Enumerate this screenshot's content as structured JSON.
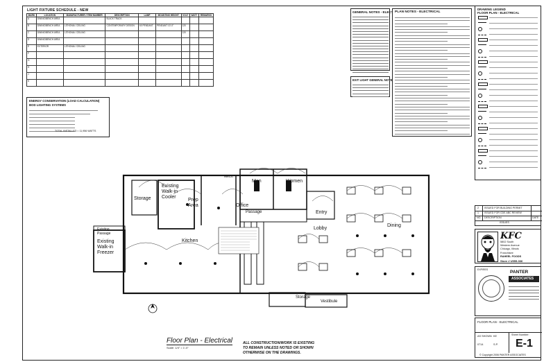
{
  "schedule": {
    "title": "LIGHT FIXTURE SCHEDULE - NEW",
    "columns": [
      "MARK",
      "LOCATION",
      "MANUFACTURER / ITEM NUMBER",
      "DESCRIPTION",
      "LAMP",
      "MOUNTING HEIGHT",
      "VOLT",
      "WATT",
      "REMARKS"
    ],
    "rows": [
      [
        "A",
        "DINING/BENCH AREA",
        "",
        "BLACK TRACK",
        "",
        "",
        "",
        "",
        ""
      ],
      [
        "B",
        "DINING/BENCH AREA",
        "LITHONIA / CEILING",
        "CONTEMPORARY DESIGN",
        "60 PENDANT",
        "PENDANT 10'-0\"",
        "120",
        "",
        ""
      ],
      [
        "C",
        "DINING/BENCH AREA",
        "LITHONIA / CEILING",
        "",
        "",
        "",
        "120",
        "",
        ""
      ],
      [
        "D",
        "DINING/BENCH AREA",
        "",
        "",
        "",
        "",
        "",
        "",
        ""
      ],
      [
        "E",
        "EXTERIOR",
        "LITHONIA / CEILING",
        "",
        "",
        "",
        "",
        "",
        ""
      ],
      [
        "F",
        "",
        "",
        "",
        "",
        "",
        "",
        "",
        ""
      ],
      [
        "G",
        "",
        "",
        "",
        "",
        "",
        "",
        "",
        ""
      ],
      [
        "H",
        "",
        "",
        "",
        "",
        "",
        "",
        "",
        ""
      ],
      [
        "J",
        "",
        "",
        "",
        "",
        "",
        "",
        "",
        ""
      ],
      [
        "K",
        "",
        "",
        "",
        "",
        "",
        "",
        "",
        ""
      ]
    ]
  },
  "energy": {
    "title": "ENERGY CONSERVATION (LOAD CALCULATION)",
    "subtitle": "BOD LIGHTING SYSTEMS",
    "total": "TOTAL INSTALLED = 11,956 WATTS"
  },
  "general_notes": {
    "title": "GENERAL NOTES - ELECTRICAL"
  },
  "plan_notes": {
    "title": "PLAN NOTES - ELECTRICAL"
  },
  "exit_notes": {
    "title": "EXIT LIGHT GENERAL NOTE"
  },
  "legend": {
    "title1": "DRAWING LEGEND",
    "title2": "FLOOR PLAN - ELECTRICAL"
  },
  "rooms": {
    "storage": "Storage",
    "walkin_cooler_1": "Existing",
    "walkin_cooler_2": "Walk-in",
    "walkin_cooler_3": "Cooler",
    "prep_1": "Prep",
    "prep_2": "Area",
    "office": "Office",
    "passage": "Passage",
    "men": "Men",
    "women": "Women",
    "entry": "Entry",
    "lobby": "Lobby",
    "dining": "Dining",
    "kitchen": "Kitchen",
    "freezer_1": "Existing",
    "freezer_2": "Walk-in",
    "freezer_3": "Freezer",
    "exit_passage_1": "Existing",
    "exit_passage_2": "Passage",
    "storage_bottom": "Storage",
    "vestibule": "Vestibule",
    "mech": "Mech."
  },
  "drawing_title": {
    "main": "Floor Plan - Electrical",
    "scale": "Scale: 1/4\" = 1'-0\""
  },
  "note_box": {
    "line1": "ALL CONSTRUCTION/WORK IS EXISTING",
    "line2": "TO REMAIN UNLESS NOTED OR SHOWN",
    "line3": "OTHERWISE ON THE DRAWINGS."
  },
  "issues": {
    "rows": [
      {
        "no": "2",
        "desc": "ISSUED FOR BUILDING PERMIT"
      },
      {
        "no": "1",
        "desc": "ISSUED FOR CDE ABC REVIEW"
      }
    ],
    "header_no": "NO.",
    "header_desc": "DESCRIPTION",
    "header_date": "DATE",
    "label": "ISSUES"
  },
  "client": {
    "brand": "KFC",
    "address1": "5802 South",
    "address2": "Western Avenue",
    "address3": "Chicago, Illinois",
    "franchisee1": "Franchisee",
    "franchisee2": "RAHEEL FOODS",
    "store": "Store # U555-036"
  },
  "firm": {
    "name1": "PANTER",
    "name2": "ASSOCIATES",
    "expires": "EXPIRES"
  },
  "sheet": {
    "title": "FLOOR PLAN - ELECTRICAL",
    "scale": "AS SHOWN",
    "job": "0714",
    "drawn": "KE",
    "checked": "S.P.",
    "sheet_label": "Sheet Number:",
    "sheet_no": "E-1",
    "copyright": "© Copyright 2006 PANTER ASSOCIATES"
  }
}
